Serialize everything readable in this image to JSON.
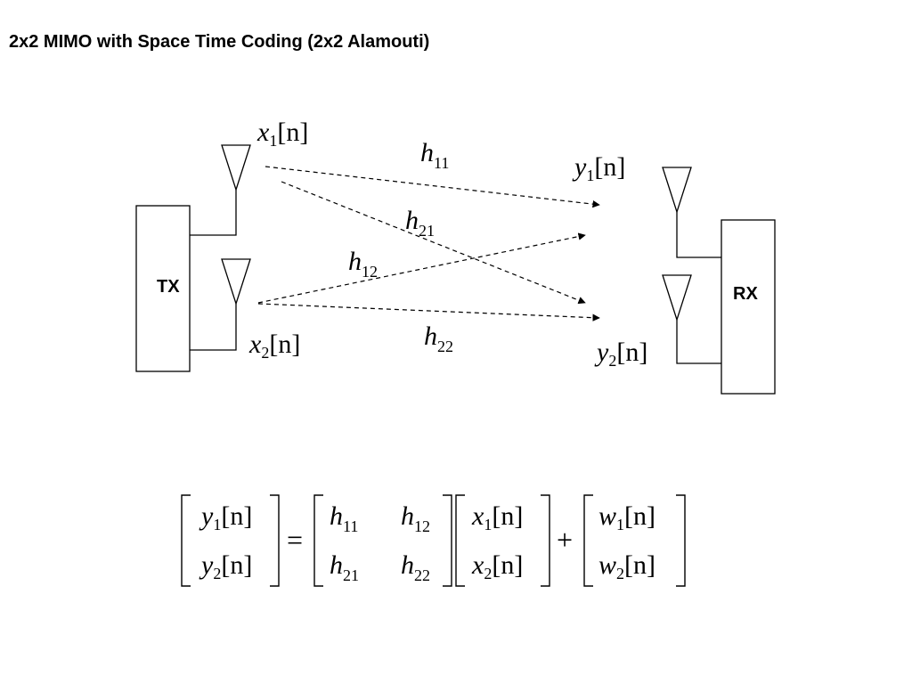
{
  "title": "2x2 MIMO with Space Time Coding (2x2 Alamouti)",
  "blocks": {
    "tx_label": "TX",
    "rx_label": "RX"
  },
  "signals": {
    "x1": {
      "base": "x",
      "sub": "1",
      "arg": "[n]"
    },
    "x2": {
      "base": "x",
      "sub": "2",
      "arg": "[n]"
    },
    "y1": {
      "base": "y",
      "sub": "1",
      "arg": "[n]"
    },
    "y2": {
      "base": "y",
      "sub": "2",
      "arg": "[n]"
    },
    "w1": {
      "base": "w",
      "sub": "1",
      "arg": "[n]"
    },
    "w2": {
      "base": "w",
      "sub": "2",
      "arg": "[n]"
    }
  },
  "channels": {
    "h11": {
      "base": "h",
      "sub": "11"
    },
    "h12": {
      "base": "h",
      "sub": "12"
    },
    "h21": {
      "base": "h",
      "sub": "21"
    },
    "h22": {
      "base": "h",
      "sub": "22"
    }
  },
  "equation": {
    "equals": "=",
    "plus": "+"
  }
}
